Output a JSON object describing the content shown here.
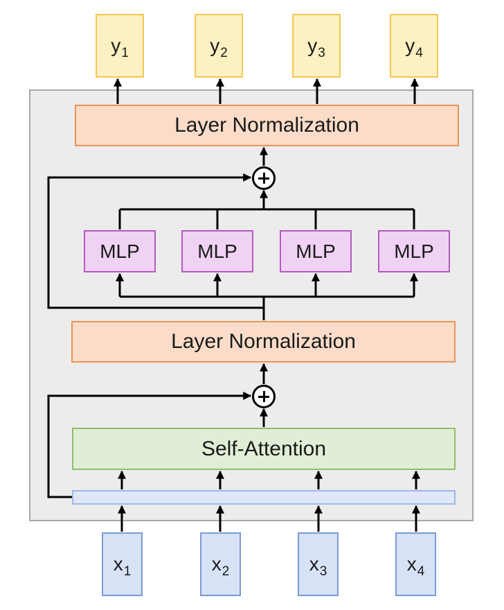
{
  "outputs": [
    {
      "base": "y",
      "sub": "1"
    },
    {
      "base": "y",
      "sub": "2"
    },
    {
      "base": "y",
      "sub": "3"
    },
    {
      "base": "y",
      "sub": "4"
    }
  ],
  "inputs": [
    {
      "base": "x",
      "sub": "1"
    },
    {
      "base": "x",
      "sub": "2"
    },
    {
      "base": "x",
      "sub": "3"
    },
    {
      "base": "x",
      "sub": "4"
    }
  ],
  "layer_norm_top": "Layer Normalization",
  "layer_norm_bottom": "Layer Normalization",
  "mlps": [
    "MLP",
    "MLP",
    "MLP",
    "MLP"
  ],
  "self_attention": "Self-Attention",
  "colors": {
    "output_fill": "#fdf0c2",
    "input_fill": "#d7e2f6",
    "layer_norm_fill": "#fbdcc8",
    "mlp_fill": "#f0d2f4",
    "self_attention_fill": "#e1eed6",
    "block_fill": "#ececec"
  }
}
